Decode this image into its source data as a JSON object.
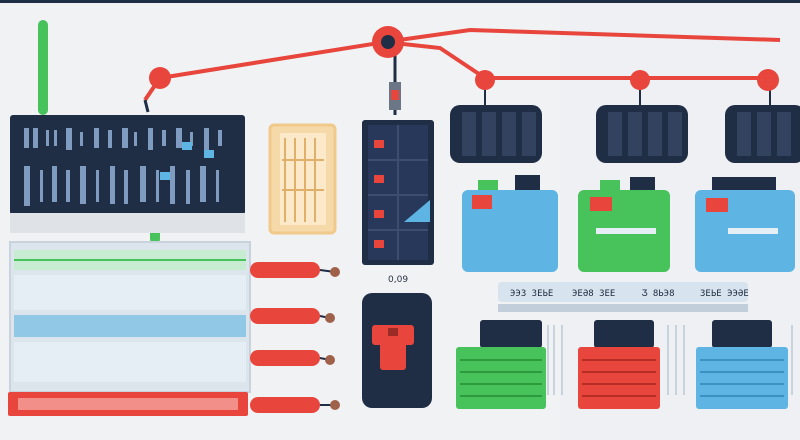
{
  "colors": {
    "background": "#f1f2f4",
    "navy": "#1f2d45",
    "red": "#e8463c",
    "green": "#48c25a",
    "blue": "#5eb5e3",
    "tan": "#f0c98b",
    "wire": "#e8463c"
  },
  "labels": {
    "small_caption": "0,09",
    "badge_1": "ЭЭЗ ЗЕЬЕ",
    "badge_2": "ЭЕӘ8 ЗЕЕ",
    "badge_3": "Ӡ 8ЬЭ8",
    "badge_4": "ЗЕЬЕ ЭЭӘЕ"
  },
  "icons": {
    "tall_meter": "tall-meter-icon",
    "big_switch": "red-switch-icon",
    "battery_green": "battery-icon",
    "battery_red": "battery-icon",
    "battery_blue": "battery-icon"
  }
}
